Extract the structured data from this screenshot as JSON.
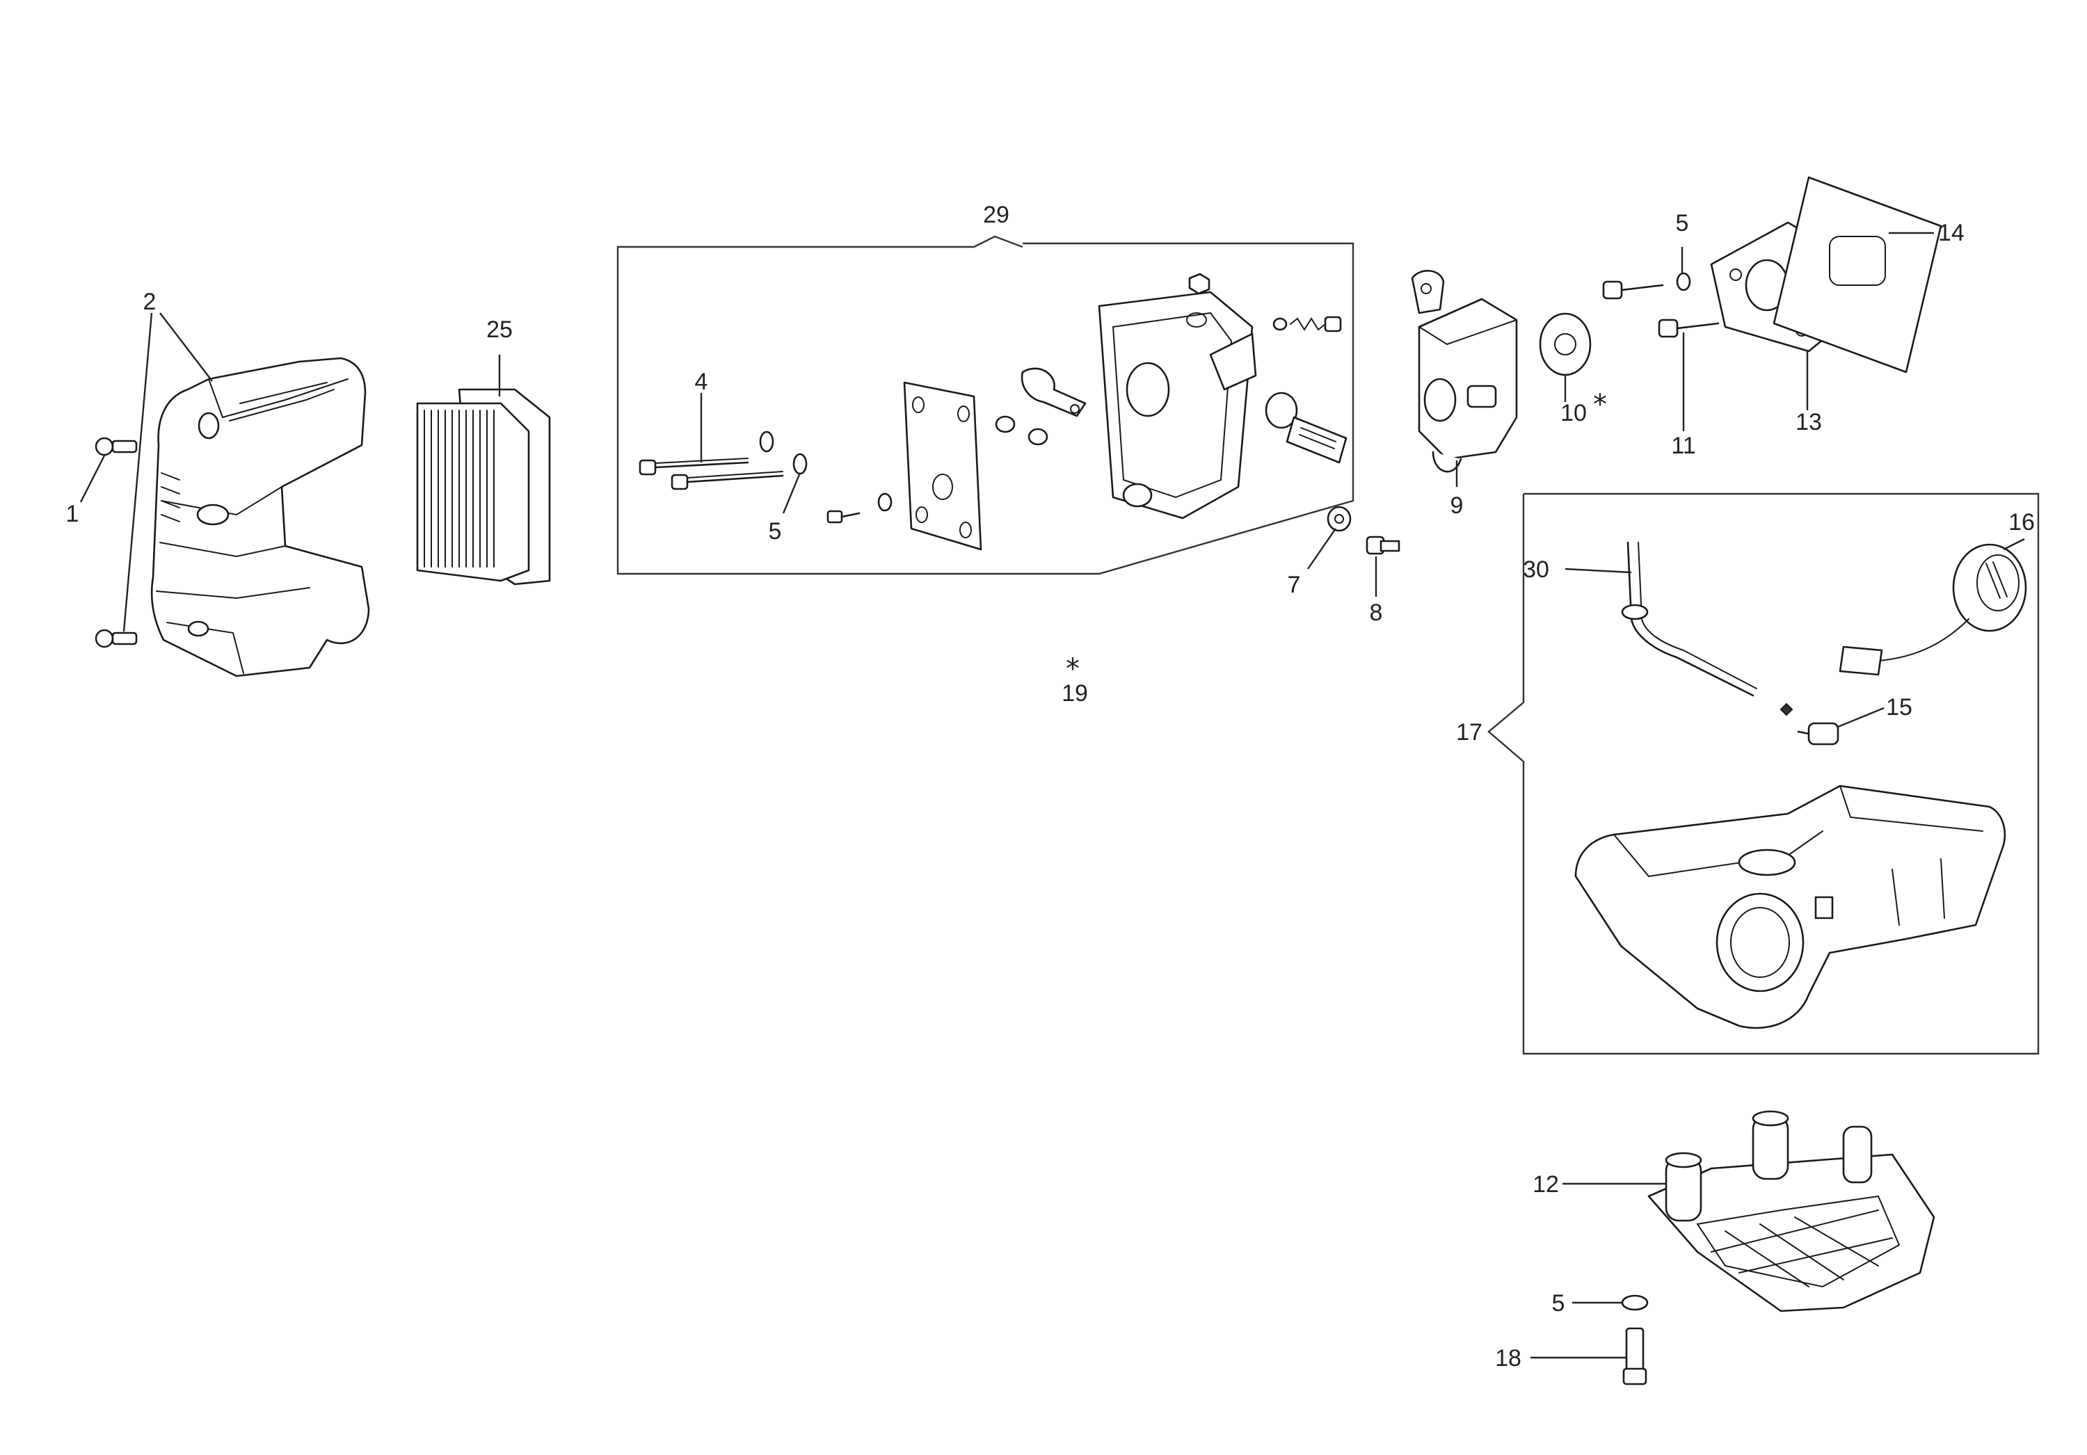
{
  "callouts": {
    "c1": "1",
    "c2": "2",
    "c4": "4",
    "c5a": "5",
    "c5b": "5",
    "c5c": "5",
    "c7": "7",
    "c8": "8",
    "c9": "9",
    "c10": "10",
    "c11": "11",
    "c12": "12",
    "c13": "13",
    "c14": "14",
    "c15": "15",
    "c16": "16",
    "c17": "17",
    "c18": "18",
    "c19": "19",
    "c25": "25",
    "c29": "29",
    "c30": "30"
  },
  "marks": {
    "asterisk": "*"
  }
}
